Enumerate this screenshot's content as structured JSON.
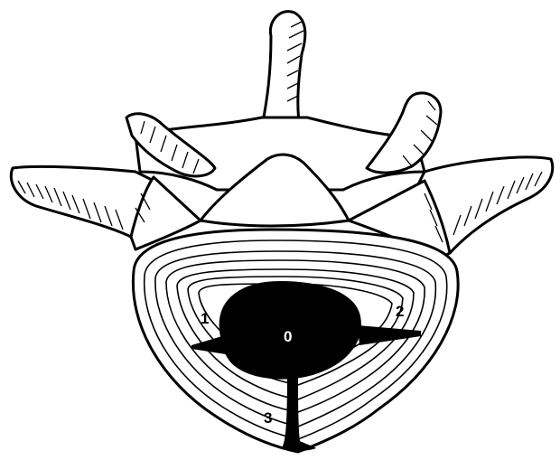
{
  "labels": {
    "nucleus": "0",
    "left_fissure": "1",
    "right_fissure": "2",
    "posterior_fissure": "3"
  },
  "colors": {
    "ink": "#000000",
    "paper": "#ffffff"
  }
}
